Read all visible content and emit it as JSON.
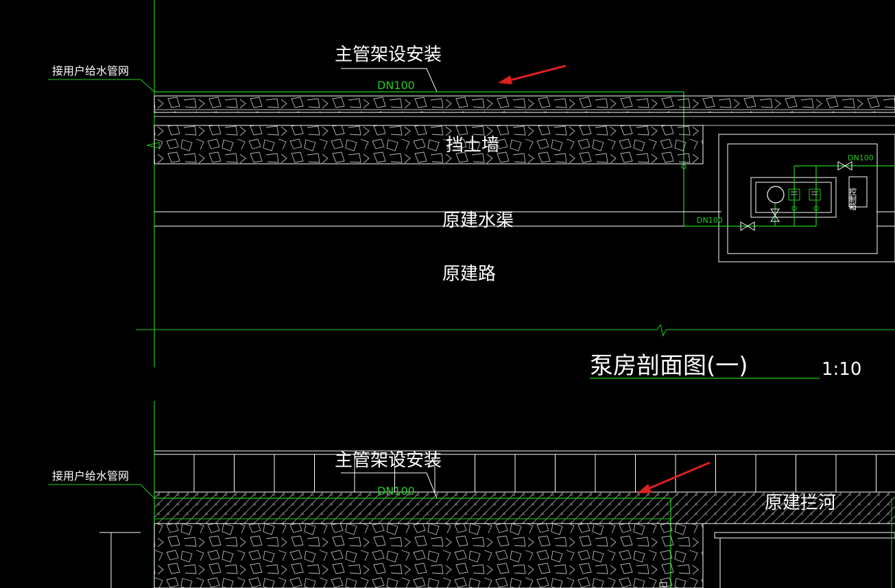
{
  "colors": {
    "background": "#000000",
    "pipe_line": "#1fd11f",
    "structure_line": "#ffffff",
    "arrow": "#e02020"
  },
  "section_top": {
    "supply_network_label": "接用户给水管网",
    "main_pipe_label": "主管架设安装",
    "pipe_size_label": "DN100",
    "retaining_wall_label": "挡土墙",
    "canal_label": "原建水渠",
    "road_label": "原建路",
    "pump_pipe_size_top": "DN100",
    "pump_pipe_size_left": "DN100",
    "control_box_label": "控制箱"
  },
  "drawing_title": {
    "text": "泵房剖面图(一)",
    "scale": "1:10"
  },
  "section_bottom": {
    "supply_network_label": "接用户给水管网",
    "main_pipe_label": "主管架设安装",
    "pipe_size_label": "DN100",
    "river_label": "原建拦河"
  }
}
